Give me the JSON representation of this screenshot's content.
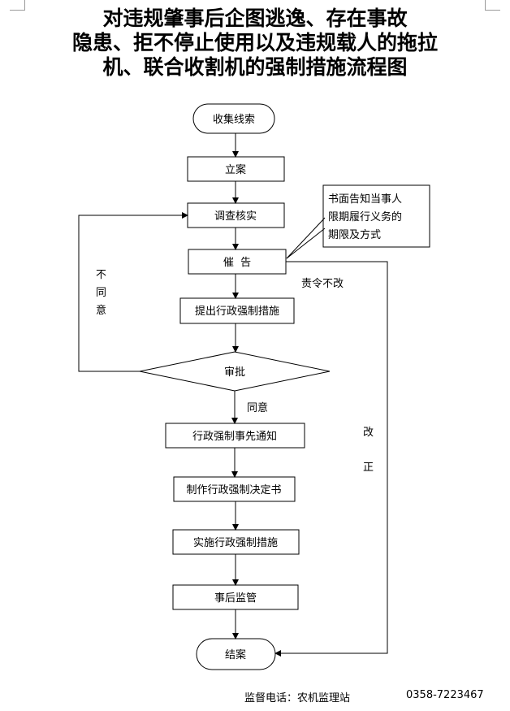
{
  "title": {
    "line1": "对违规肇事后企图逃逸、存在事故",
    "line2": "隐患、拒不停止使用以及违规载人的拖拉",
    "line3": "机、联合收割机的强制措施流程图"
  },
  "nodes": {
    "collect": "收集线索",
    "file": "立案",
    "investigate": "调查核实",
    "urge": "催  告",
    "propose": "提出行政强制措施",
    "review": "审批",
    "notify": "行政强制事先通知",
    "decision": "制作行政强制决定书",
    "implement": "实施行政强制措施",
    "supervise": "事后监管",
    "close": "结案"
  },
  "notes": {
    "line1": "书面告知当事人",
    "line2": "限期履行义务的",
    "line3": "期限及方式"
  },
  "edges": {
    "disagree": [
      "不",
      "同",
      "意"
    ],
    "agree": "同意",
    "order_fail": "责令不改",
    "corrected": [
      "改",
      "正"
    ]
  },
  "footer": {
    "supervision": "监督电话：农机监理站",
    "phone": "0358-7223467"
  }
}
